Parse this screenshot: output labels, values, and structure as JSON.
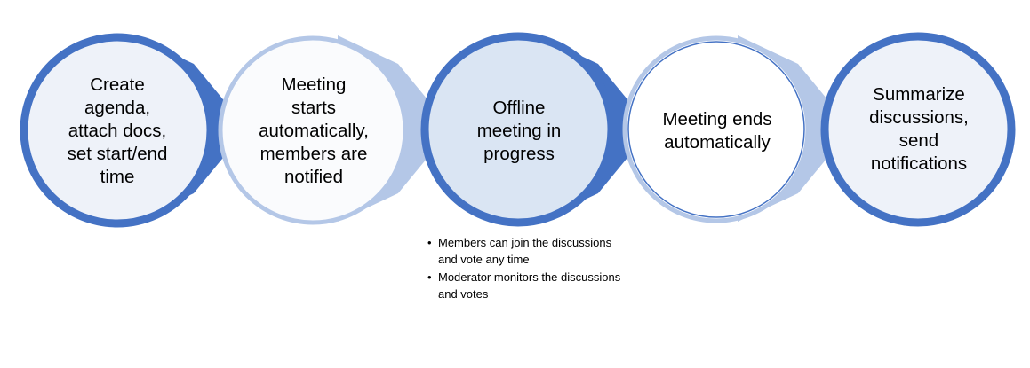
{
  "steps": [
    {
      "label": "Create\nagenda,\nattach docs,\nset start/end\ntime"
    },
    {
      "label": "Meeting\nstarts\nautomatically,\nmembers are\nnotified"
    },
    {
      "label": "Offline\nmeeting in\nprogress"
    },
    {
      "label": "Meeting ends\nautomatically"
    },
    {
      "label": "Summarize\ndiscussions,\nsend\nnotifications"
    }
  ],
  "notes": [
    {
      "bullet": "•",
      "text": "Members can join the discussions and vote any time"
    },
    {
      "bullet": "•",
      "text": "Moderator monitors the discussions and votes"
    }
  ],
  "colors": {
    "ring_dark": "#4472c4",
    "ring_light": "#b4c7e7",
    "fill_pale": "#eef2f9",
    "fill_mid": "#dae5f3",
    "fill_white": "#ffffff"
  }
}
